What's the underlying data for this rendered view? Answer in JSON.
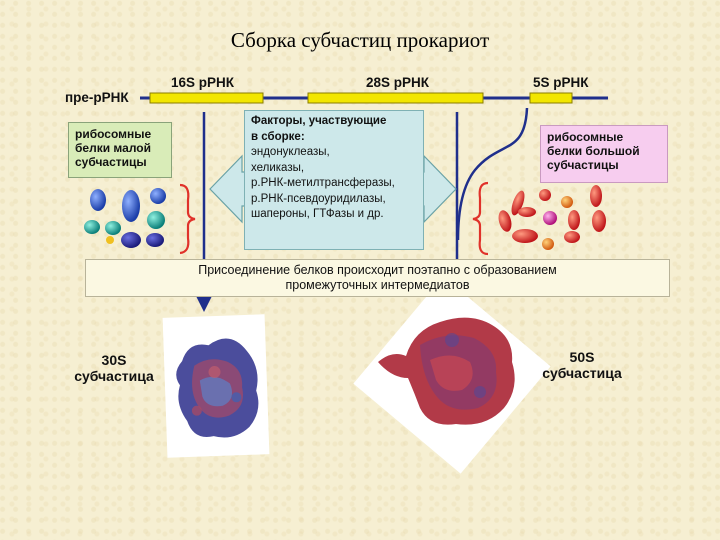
{
  "title": "Сборка субчастиц прокариот",
  "labels": {
    "pre_rna": "пре-рРНК",
    "rna16s": "16S рРНК",
    "rna28s": "28S рРНК",
    "rna5s": "5S рРНК"
  },
  "small_proteins": [
    "рибосомные",
    "белки малой",
    "субчастицы"
  ],
  "large_proteins": [
    "рибосомные",
    "белки большой",
    "субчастицы"
  ],
  "factors": {
    "heading": [
      "Факторы, участвующие",
      "в сборке:"
    ],
    "items": [
      "эндонуклеазы,",
      "хеликазы,",
      "р.РНК-метилтрансферазы,",
      "р.РНК-псевдоуридилазы,",
      "шапероны, ГТФазы и др."
    ]
  },
  "banner": [
    "Присоединение белков происходит поэтапно с образованием",
    "промежуточных интермедиатов"
  ],
  "subunit_small": [
    "30S",
    "субчастица"
  ],
  "subunit_large": [
    "50S",
    "субчастица"
  ],
  "colors": {
    "rna_segment": "#f2e600",
    "strand": "#1f2f8c",
    "factors_arrow": "#cde8ea",
    "brace": "#e0322a"
  }
}
